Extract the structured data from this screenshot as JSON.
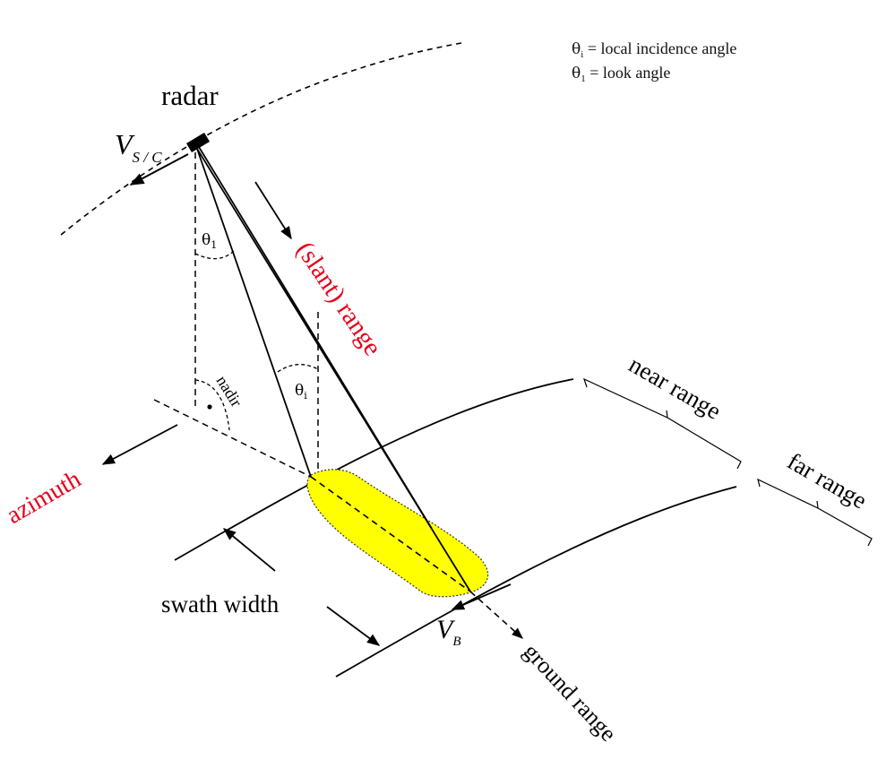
{
  "labels": {
    "radar": "radar",
    "v_sc_main": "V",
    "v_sc_sub": "S / C",
    "slant_range": "(slant) range",
    "theta1_symbol": "θ",
    "theta1_sub": "1",
    "thetai_symbol": "θ",
    "thetai_sub": "i",
    "nadir": "nadir",
    "azimuth": "azimuth",
    "near_range": "near range",
    "far_range": "far range",
    "swath_width": "swath width",
    "vb_main": "V",
    "vb_sub": "B",
    "ground_range": "ground range"
  },
  "legend": [
    {
      "symbol": "θ",
      "sub": "i",
      "text": " = local incidence angle"
    },
    {
      "symbol": "θ",
      "sub": "1",
      "text": " = look angle"
    }
  ],
  "colors": {
    "emphasis_red": "#e8001c",
    "footprint_yellow": "#ffff00",
    "line": "#000000"
  }
}
